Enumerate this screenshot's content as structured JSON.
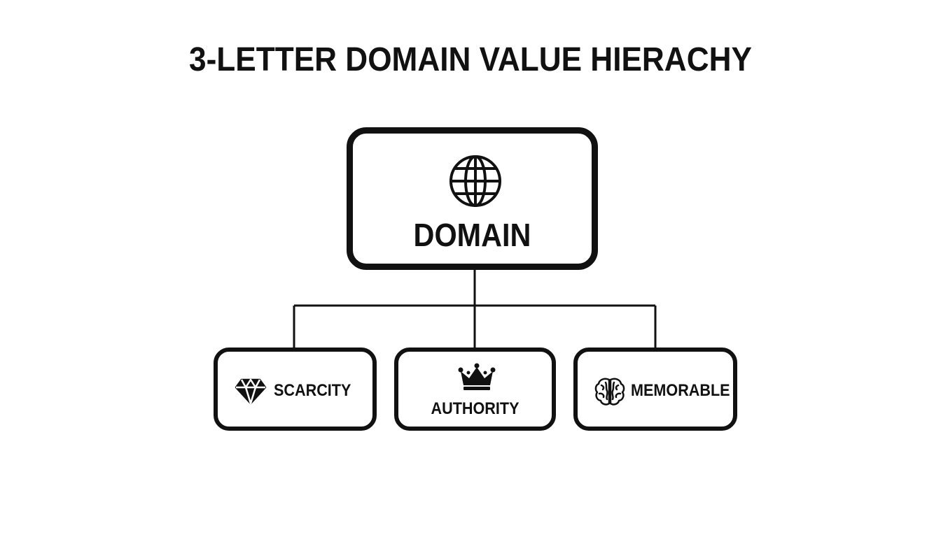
{
  "title": "3-LETTER DOMAIN VALUE HIERACHY",
  "root": {
    "label": "DOMAIN",
    "icon": "globe-icon"
  },
  "children": [
    {
      "label": "SCARCITY",
      "icon": "diamond-icon"
    },
    {
      "label": "AUTHORITY",
      "icon": "crown-icon"
    },
    {
      "label": "MEMORABLE",
      "icon": "brain-icon"
    }
  ],
  "colors": {
    "stroke": "#111111",
    "background": "#ffffff"
  }
}
